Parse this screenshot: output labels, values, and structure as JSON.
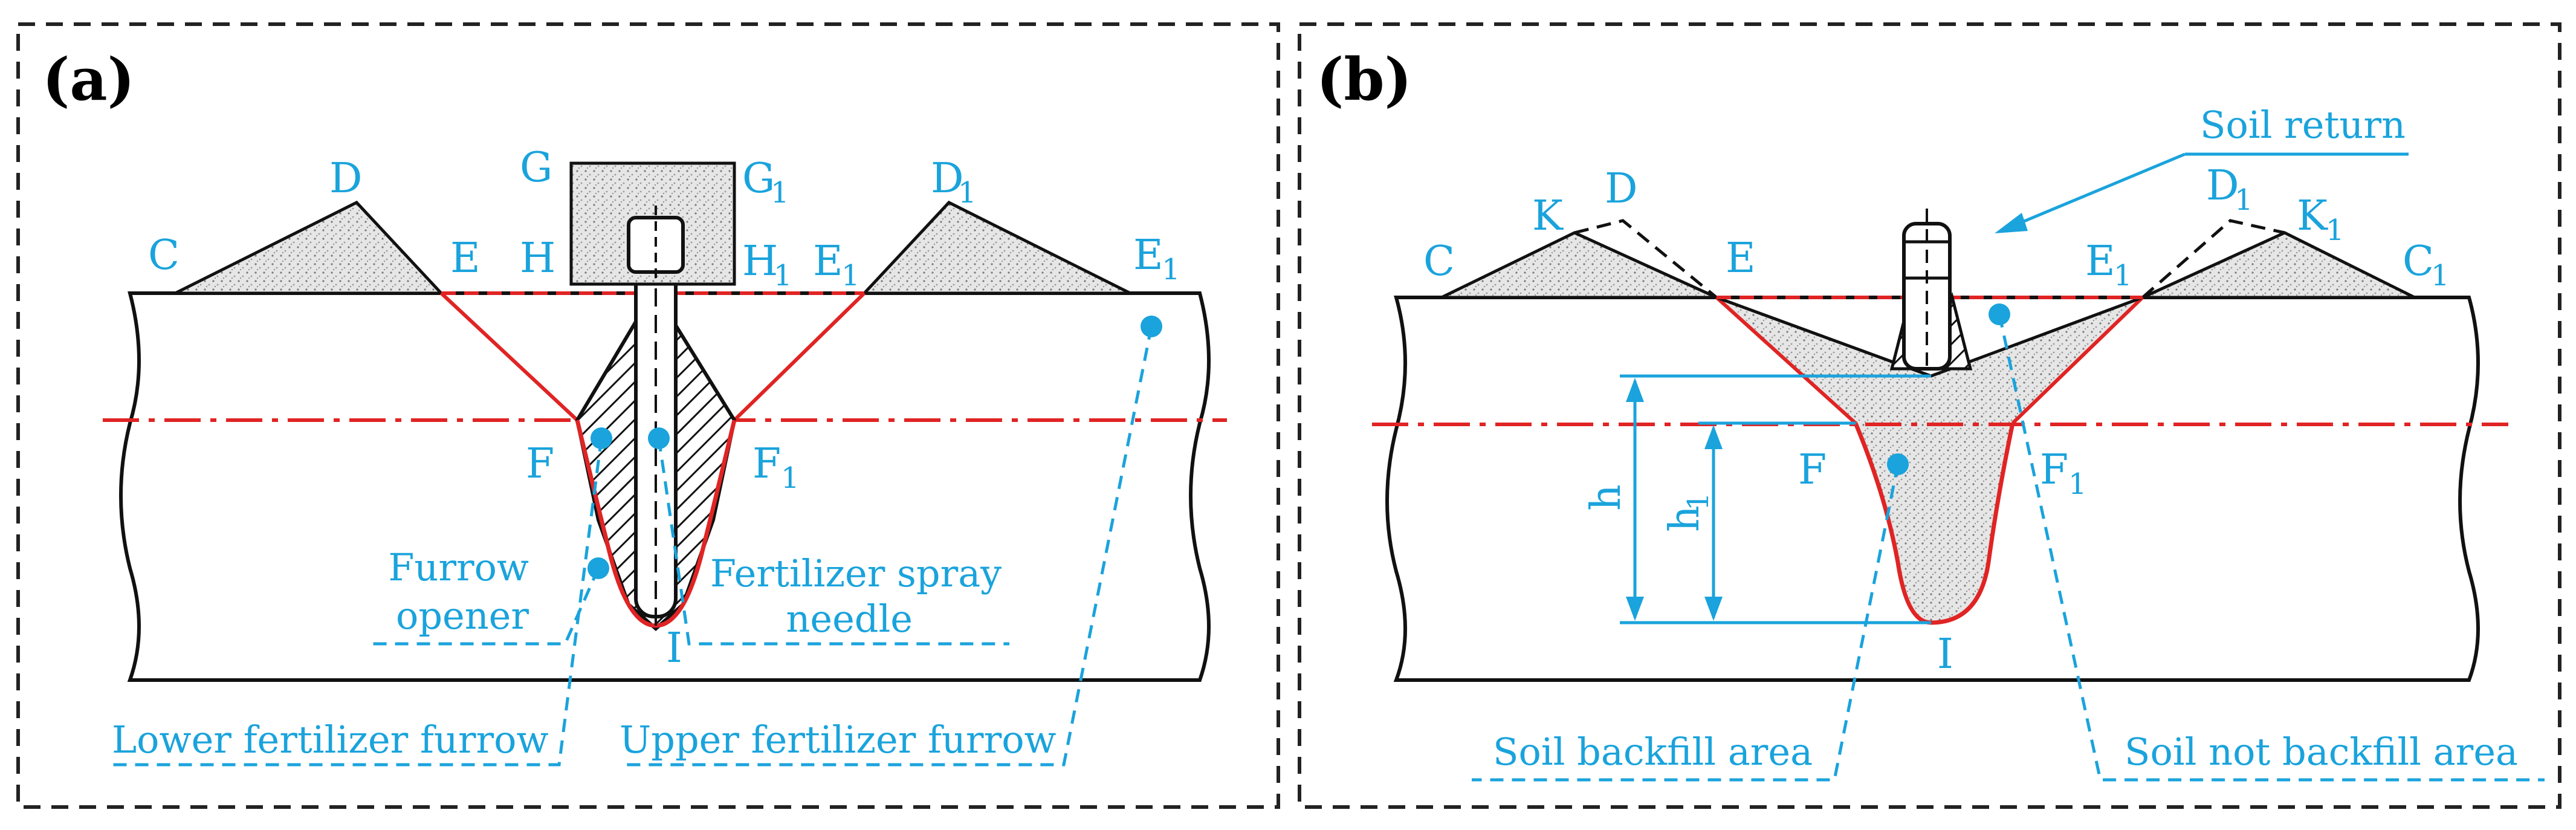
{
  "colors": {
    "accent": "#1aa3dc",
    "furrow": "#e02424",
    "frame": "#222222",
    "soil_fill": "#d8d8d8"
  },
  "panel_a": {
    "label": "(a)",
    "points": {
      "C": "C",
      "D": "D",
      "E": "E",
      "D1": "D",
      "E1a": "E",
      "E1b": "E",
      "G": "G",
      "G1": "G",
      "H": "H",
      "H1": "H",
      "F": "F",
      "F1": "F",
      "I": "I"
    },
    "subscript": "1",
    "captions": {
      "furrow_opener_1": "Furrow",
      "furrow_opener_2": "opener",
      "needle_1": "Fertilizer spray",
      "needle_2": "needle",
      "lower_furrow": "Lower fertilizer furrow",
      "upper_furrow": "Upper fertilizer furrow"
    }
  },
  "panel_b": {
    "label": "(b)",
    "points": {
      "C": "C",
      "K": "K",
      "D": "D",
      "E": "E",
      "D1": "D",
      "K1": "K",
      "E1": "E",
      "C1": "C",
      "F": "F",
      "F1": "F",
      "I": "I"
    },
    "subscript": "1",
    "dims": {
      "h": "h",
      "h1": "h"
    },
    "captions": {
      "soil_return": "Soil return",
      "backfill": "Soil backfill area",
      "not_backfill": "Soil not backfill area"
    }
  }
}
